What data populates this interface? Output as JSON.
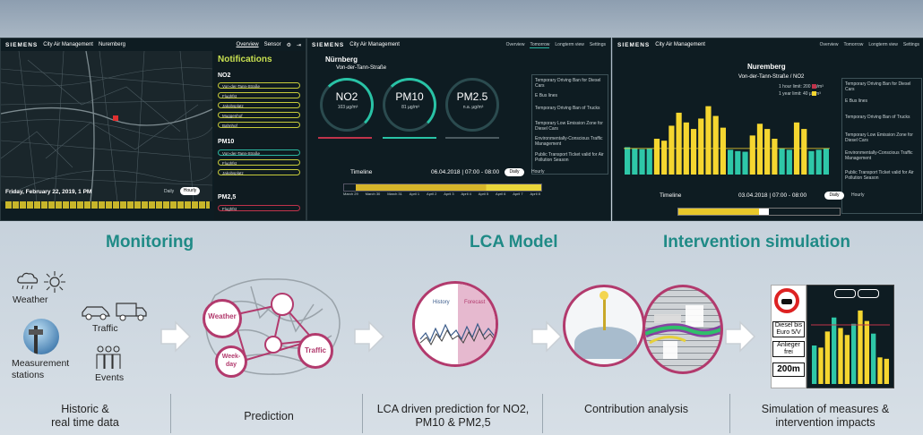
{
  "screens": {
    "monitoring": {
      "brand": "SIEMENS",
      "app_title": "City Air Management",
      "city": "Nuremberg",
      "nav": [
        "Overview",
        "Sensor"
      ],
      "notifications_title": "Notifications",
      "pollutants": [
        "NO2",
        "PM10",
        "PM2,5"
      ],
      "no2_items": [
        "Von-der-Tann-Straße",
        "Flughfst",
        "Jakobsplatz",
        "Muggenhof",
        "Bahnhof"
      ],
      "pm10_items": [
        "Von-der-Tann-Straße",
        "Flughfst",
        "Jakobsplatz"
      ],
      "pm25_items": [
        "Flughfst"
      ],
      "date": "Friday, February 22, 2019, 1 PM",
      "toggle": [
        "Daily",
        "Hourly"
      ]
    },
    "lca": {
      "brand": "SIEMENS",
      "app_title": "City Air Management",
      "nav": [
        "Overview",
        "Tomorrow",
        "Longterm view",
        "Settings"
      ],
      "city": "Nürnberg",
      "street": "Von-der-Tann-Straße",
      "gauges": [
        {
          "label": "NO2",
          "value": "103 µg/m³"
        },
        {
          "label": "PM10",
          "value": "81 µg/m³"
        },
        {
          "label": "PM2.5",
          "value": "n.a. µg/m³"
        }
      ],
      "timeline_label": "Timeline",
      "timeline_date": "06.04.2018 | 07:00 - 08:00",
      "toggle": [
        "Daily",
        "Hourly"
      ],
      "dates": [
        "March 29",
        "March 30",
        "March 31",
        "April 1",
        "April 2",
        "April 3",
        "April 4",
        "April 5",
        "April 6",
        "April 7",
        "April 8"
      ],
      "measures": [
        "Temporary Driving Ban for Diesel Cars",
        "E Bus lines",
        "Temporary Driving Ban of Trucks",
        "Temporary Low Emission Zone for Diesel Cars",
        "Environmentally-Conscious Traffic Management",
        "Public Transport Ticket valid for Air Pollution Season"
      ]
    },
    "intervention": {
      "brand": "SIEMENS",
      "app_title": "City Air Management",
      "nav": [
        "Overview",
        "Tomorrow",
        "Longterm view",
        "Settings"
      ],
      "city": "Nuremberg",
      "street": "Von-der-Tann-Straße / NO2",
      "legend": [
        "1 hour limit: 200 µg/m³",
        "1 year limit: 40 µg/m³"
      ],
      "timeline_label": "Timeline",
      "timeline_date": "03.04.2018 | 07:00 - 08:00",
      "toggle": [
        "Daily",
        "Hourly"
      ],
      "measures": [
        "Temporary Driving Ban for Diesel Cars",
        "E Bus lines",
        "Temporary Driving Ban of Trucks",
        "Temporary Low Emission Zone for Diesel Cars",
        "Environmentally-Conscious Traffic Management",
        "Public Transport Ticket valid for Air Pollution Season"
      ]
    }
  },
  "sections": {
    "monitoring": "Monitoring",
    "lca_model": "LCA Model",
    "intervention": "Intervention simulation"
  },
  "inputs": {
    "weather": "Weather",
    "traffic": "Traffic",
    "measurement": "Measurement\nstations",
    "events": "Events"
  },
  "prediction_nodes": {
    "weather": "Weather",
    "weekday": "Week-\nday",
    "traffic": "Traffic"
  },
  "forecast_plot": {
    "history": "History",
    "forecast": "Forecast"
  },
  "sign": {
    "line1": "Diesel bis",
    "line2": "Euro 5/V",
    "line3": "Anlieger",
    "line4": "frei",
    "distance": "200m"
  },
  "captions": {
    "c1": "Historic &\nreal time data",
    "c2": "Prediction",
    "c3": "LCA driven prediction for NO2,\nPM10 & PM2,5",
    "c4": "Contribution analysis",
    "c5": "Simulation of measures &\nintervention impacts"
  },
  "colors": {
    "accent_teal": "#1f8a86",
    "magenta": "#b23a6d",
    "yellow": "#f5d630",
    "bar_teal": "#2ec7a8",
    "limit_red": "#c0334b"
  },
  "chart_bars": {
    "colors": [
      "t",
      "t",
      "t",
      "t",
      "y",
      "y",
      "y",
      "y",
      "y",
      "y",
      "y",
      "y",
      "y",
      "y",
      "t",
      "t",
      "t",
      "y",
      "y",
      "y",
      "y",
      "t",
      "t",
      "y",
      "y",
      "t",
      "t",
      "t"
    ],
    "values": [
      42,
      40,
      39,
      40,
      55,
      52,
      75,
      95,
      80,
      70,
      86,
      105,
      90,
      72,
      38,
      36,
      35,
      60,
      78,
      70,
      55,
      40,
      38,
      80,
      70,
      36,
      38,
      40
    ]
  }
}
